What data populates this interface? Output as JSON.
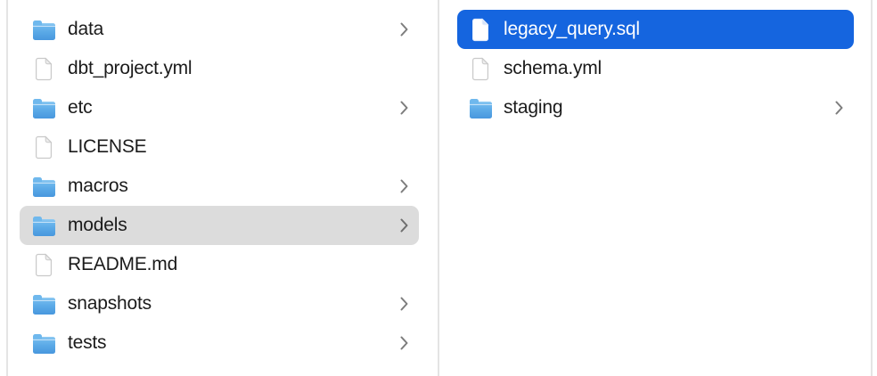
{
  "app": {
    "view": "column-browser"
  },
  "colors": {
    "selection_blue": "#1565df",
    "selection_gray": "#dcdcdc",
    "folder_blue": "#5aa9e7",
    "divider": "#e4e4e4",
    "background": "#ffffff",
    "text": "#1b1b1b",
    "selected_text": "#ffffff"
  },
  "icons": {
    "folder": "folder-icon",
    "file": "document-icon",
    "chevron": "chevron-right-icon"
  },
  "left_column": {
    "items": [
      {
        "label": "data",
        "type": "folder",
        "has_chevron": true,
        "selected": false
      },
      {
        "label": "dbt_project.yml",
        "type": "file",
        "has_chevron": false,
        "selected": false
      },
      {
        "label": "etc",
        "type": "folder",
        "has_chevron": true,
        "selected": false
      },
      {
        "label": "LICENSE",
        "type": "file",
        "has_chevron": false,
        "selected": false
      },
      {
        "label": "macros",
        "type": "folder",
        "has_chevron": true,
        "selected": false
      },
      {
        "label": "models",
        "type": "folder",
        "has_chevron": true,
        "selected": true
      },
      {
        "label": "README.md",
        "type": "file",
        "has_chevron": false,
        "selected": false
      },
      {
        "label": "snapshots",
        "type": "folder",
        "has_chevron": true,
        "selected": false
      },
      {
        "label": "tests",
        "type": "folder",
        "has_chevron": true,
        "selected": false
      }
    ]
  },
  "right_column": {
    "items": [
      {
        "label": "legacy_query.sql",
        "type": "file",
        "has_chevron": false,
        "selected": true
      },
      {
        "label": "schema.yml",
        "type": "file",
        "has_chevron": false,
        "selected": false
      },
      {
        "label": "staging",
        "type": "folder",
        "has_chevron": true,
        "selected": false
      }
    ]
  }
}
